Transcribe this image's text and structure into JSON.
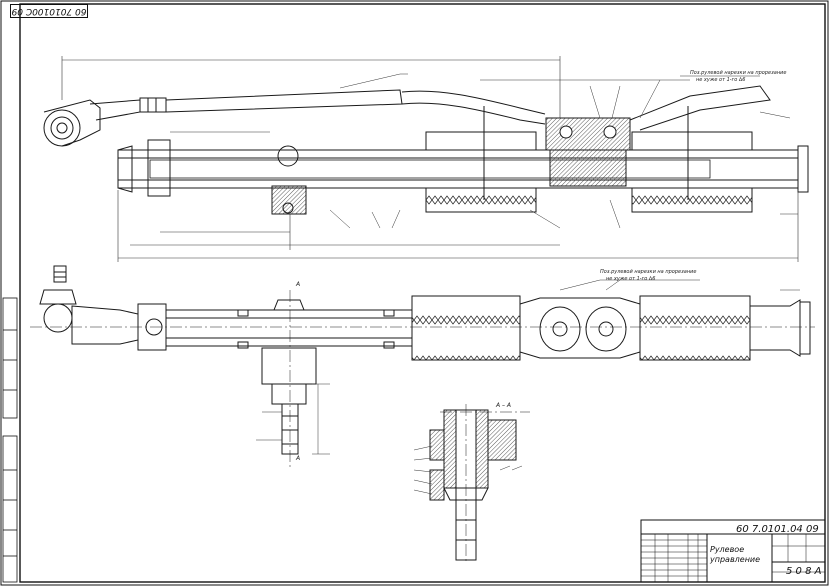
{
  "drawing": {
    "stamp_top": "60 7010100С 09",
    "doc_number": "60 7.0101.04 09",
    "title_line1": "Рулевое",
    "title_line2": "управление",
    "format": "5 0 8 А"
  },
  "views": {
    "section_label": "А – А",
    "view_marker": "А"
  },
  "notes": {
    "lube_note_1": "Поз.рулевой нарезки на прорезание",
    "lube_note_2": "не хуже от 1-го ∆6"
  },
  "colors": {
    "line": "#1a1a1a",
    "hatch": "#333333",
    "paper": "#ffffff"
  }
}
